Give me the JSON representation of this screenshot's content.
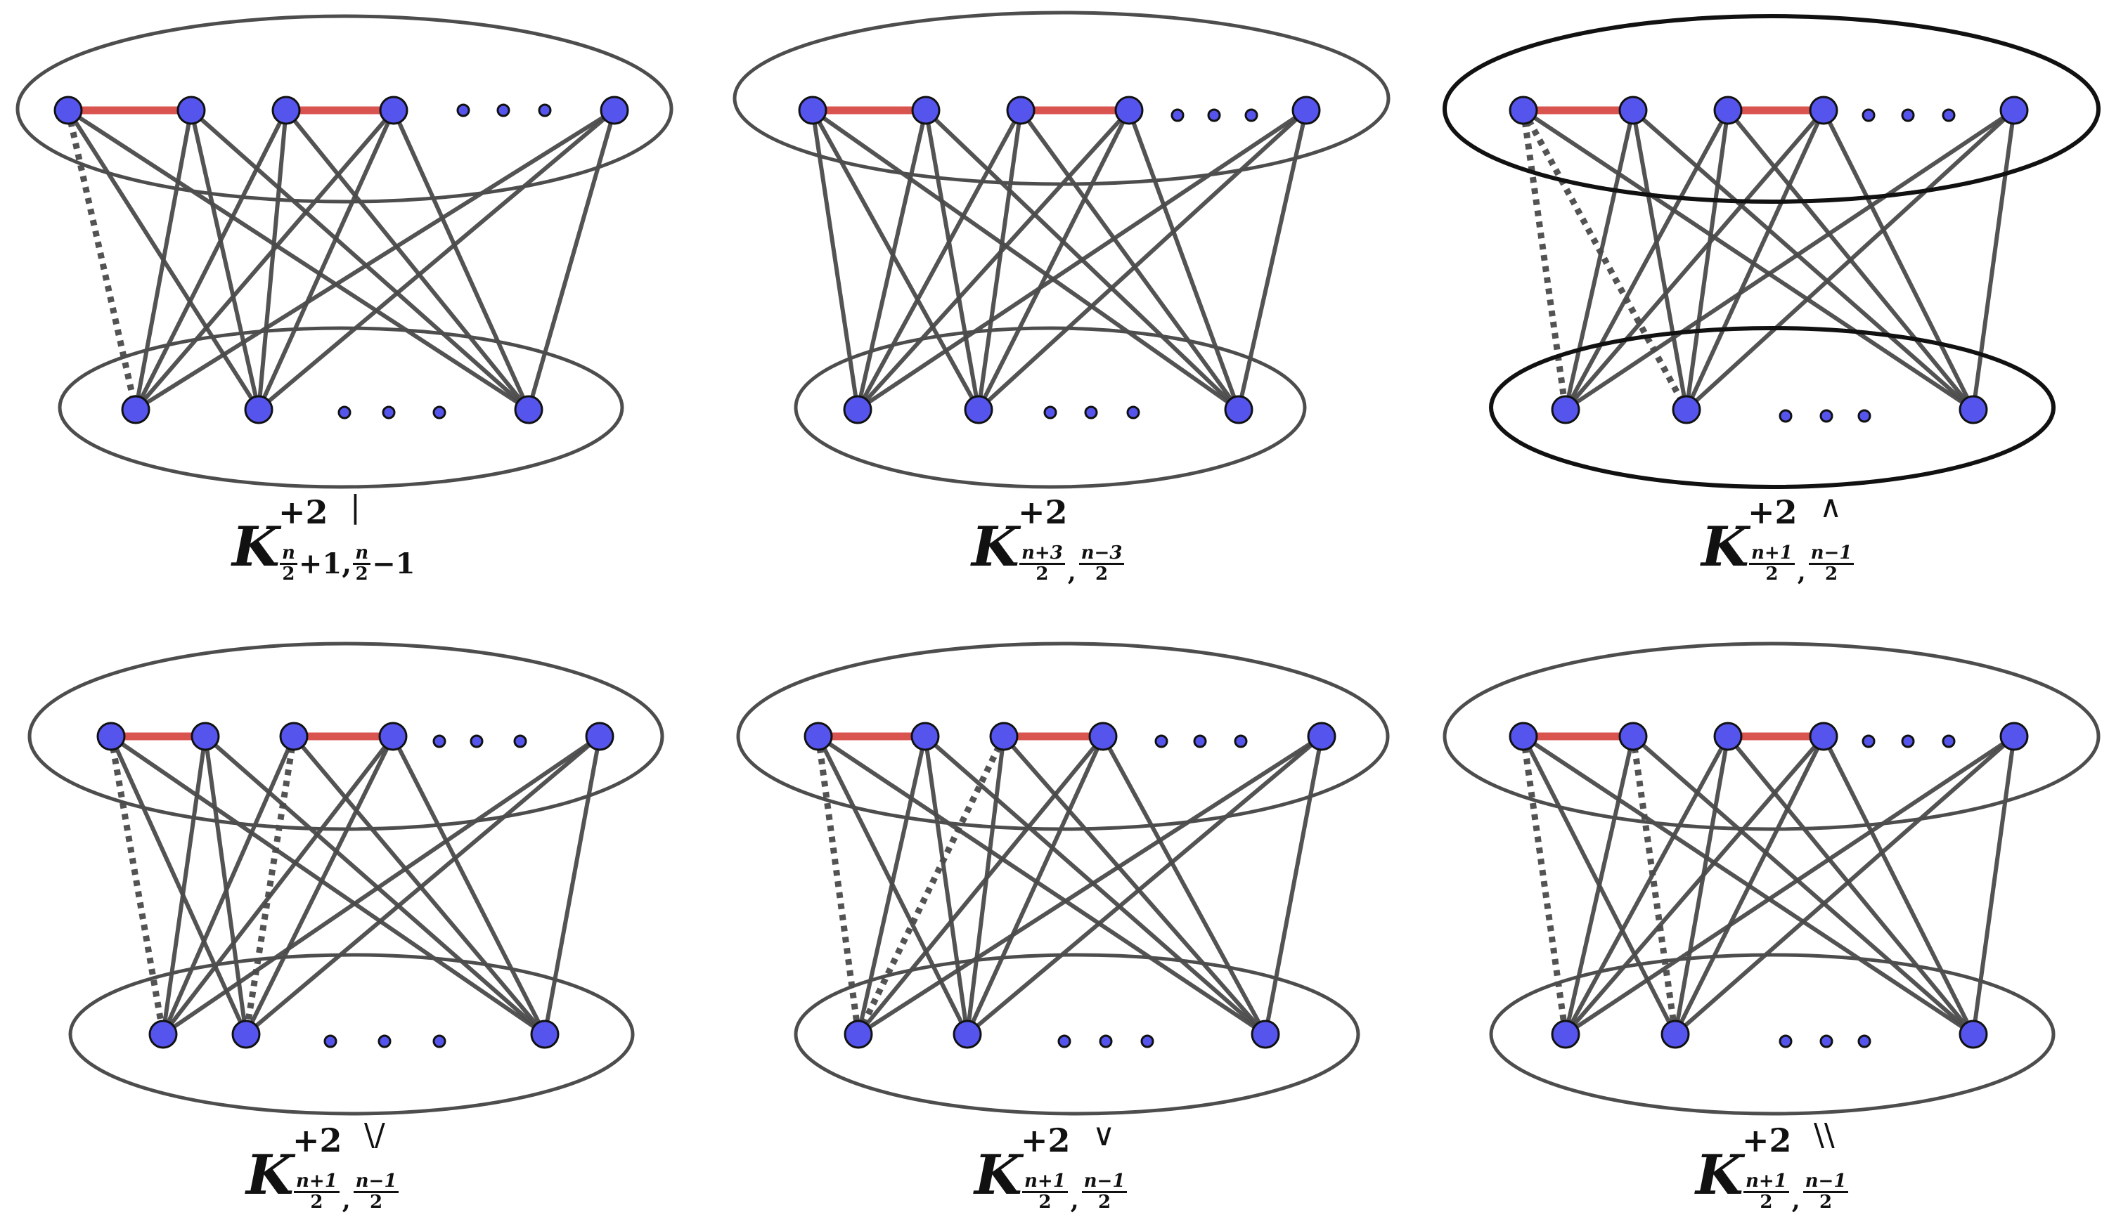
{
  "colors": {
    "vertex_fill": "#5555ee",
    "vertex_stroke": "#111111",
    "edge": "#4a4a4a",
    "red_edge": "#d9534f",
    "ellipse": "#4d4d4d",
    "ellipse_bold": "#111111"
  },
  "panels": [
    {
      "id": "p1",
      "caption": {
        "base": "K",
        "sup": "+2",
        "symbol": "|",
        "sub_type": "plain",
        "sub_text": "+1,",
        "sub_text2": "−1",
        "sub_num1": "n",
        "sub_den1": "2",
        "sub_num2": "n",
        "sub_den2": "2"
      }
    },
    {
      "id": "p2",
      "caption": {
        "base": "K",
        "sup": "+2",
        "symbol": "",
        "sub_type": "frac",
        "sub_num1": "n+3",
        "sub_den1": "2",
        "sub_num2": "n−3",
        "sub_den2": "2"
      }
    },
    {
      "id": "p3",
      "caption": {
        "base": "K",
        "sup": "+2",
        "symbol": "∧",
        "sub_type": "frac",
        "sub_num1": "n+1",
        "sub_den1": "2",
        "sub_num2": "n−1",
        "sub_den2": "2"
      }
    },
    {
      "id": "p4",
      "caption": {
        "base": "K",
        "sup": "+2",
        "symbol": "\\/",
        "sub_type": "frac",
        "sub_num1": "n+1",
        "sub_den1": "2",
        "sub_num2": "n−1",
        "sub_den2": "2"
      }
    },
    {
      "id": "p5",
      "caption": {
        "base": "K",
        "sup": "+2",
        "symbol": "∨",
        "sub_type": "frac",
        "sub_num1": "n+1",
        "sub_den1": "2",
        "sub_num2": "n−1",
        "sub_den2": "2"
      }
    },
    {
      "id": "p6",
      "caption": {
        "base": "K",
        "sup": "+2",
        "symbol": "\\\\",
        "sub_type": "frac",
        "sub_num1": "n+1",
        "sub_den1": "2",
        "sub_num2": "n−1",
        "sub_den2": "2"
      }
    }
  ]
}
